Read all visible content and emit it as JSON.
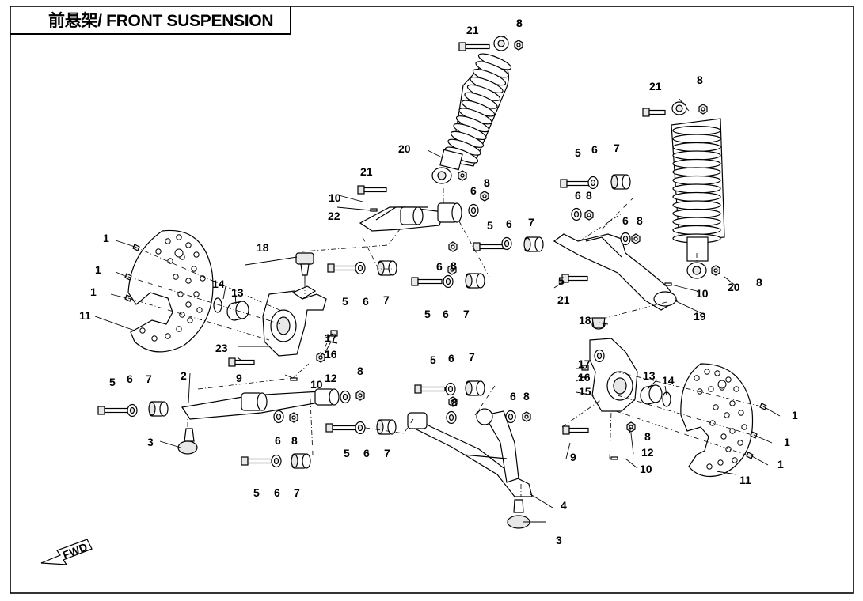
{
  "page": {
    "title": "前悬架/ FRONT SUSPENSION",
    "fwd_label": "FWD"
  },
  "callouts": [
    {
      "id": "c1a",
      "text": "1"
    },
    {
      "id": "c1b",
      "text": "1"
    },
    {
      "id": "c1c",
      "text": "1"
    },
    {
      "id": "c1d",
      "text": "1"
    },
    {
      "id": "c1e",
      "text": "1"
    },
    {
      "id": "c1f",
      "text": "1"
    },
    {
      "id": "c2",
      "text": "2"
    },
    {
      "id": "c3a",
      "text": "3"
    },
    {
      "id": "c3b",
      "text": "3"
    },
    {
      "id": "c4",
      "text": "4"
    },
    {
      "id": "c5a",
      "text": "5"
    },
    {
      "id": "c5b",
      "text": "5"
    },
    {
      "id": "c5c",
      "text": "5"
    },
    {
      "id": "c5d",
      "text": "5"
    },
    {
      "id": "c5e",
      "text": "5"
    },
    {
      "id": "c5f",
      "text": "5"
    },
    {
      "id": "c5g",
      "text": "5"
    },
    {
      "id": "c5h",
      "text": "5"
    },
    {
      "id": "c5i",
      "text": "5"
    },
    {
      "id": "c6a",
      "text": "6"
    },
    {
      "id": "c6b",
      "text": "6"
    },
    {
      "id": "c6c",
      "text": "6"
    },
    {
      "id": "c6d",
      "text": "6"
    },
    {
      "id": "c6e",
      "text": "6"
    },
    {
      "id": "c6f",
      "text": "6"
    },
    {
      "id": "c6g",
      "text": "6"
    },
    {
      "id": "c6h",
      "text": "6"
    },
    {
      "id": "c6i",
      "text": "6"
    },
    {
      "id": "c6j",
      "text": "6"
    },
    {
      "id": "c6k",
      "text": "6"
    },
    {
      "id": "c6l",
      "text": "6"
    },
    {
      "id": "c6m",
      "text": "6"
    },
    {
      "id": "c6n",
      "text": "6"
    },
    {
      "id": "c7a",
      "text": "7"
    },
    {
      "id": "c7b",
      "text": "7"
    },
    {
      "id": "c7c",
      "text": "7"
    },
    {
      "id": "c7d",
      "text": "7"
    },
    {
      "id": "c7e",
      "text": "7"
    },
    {
      "id": "c7f",
      "text": "7"
    },
    {
      "id": "c7g",
      "text": "7"
    },
    {
      "id": "c7h",
      "text": "7"
    },
    {
      "id": "c8a",
      "text": "8"
    },
    {
      "id": "c8b",
      "text": "8"
    },
    {
      "id": "c8c",
      "text": "8"
    },
    {
      "id": "c8d",
      "text": "8"
    },
    {
      "id": "c8e",
      "text": "8"
    },
    {
      "id": "c8f",
      "text": "8"
    },
    {
      "id": "c8g",
      "text": "8"
    },
    {
      "id": "c8h",
      "text": "8"
    },
    {
      "id": "c8i",
      "text": "8"
    },
    {
      "id": "c8j",
      "text": "8"
    },
    {
      "id": "c8k",
      "text": "8"
    },
    {
      "id": "c8l",
      "text": "8"
    },
    {
      "id": "c8m",
      "text": "8"
    },
    {
      "id": "c8n",
      "text": "8"
    },
    {
      "id": "c8o",
      "text": "8"
    },
    {
      "id": "c9a",
      "text": "9"
    },
    {
      "id": "c9b",
      "text": "9"
    },
    {
      "id": "c10a",
      "text": "10"
    },
    {
      "id": "c10b",
      "text": "10"
    },
    {
      "id": "c10c",
      "text": "10"
    },
    {
      "id": "c10d",
      "text": "10"
    },
    {
      "id": "c11a",
      "text": "11"
    },
    {
      "id": "c11b",
      "text": "11"
    },
    {
      "id": "c12a",
      "text": "12"
    },
    {
      "id": "c12b",
      "text": "12"
    },
    {
      "id": "c13a",
      "text": "13"
    },
    {
      "id": "c13b",
      "text": "13"
    },
    {
      "id": "c14a",
      "text": "14"
    },
    {
      "id": "c14b",
      "text": "14"
    },
    {
      "id": "c15",
      "text": "15"
    },
    {
      "id": "c16a",
      "text": "16"
    },
    {
      "id": "c16b",
      "text": "16"
    },
    {
      "id": "c17a",
      "text": "17"
    },
    {
      "id": "c17b",
      "text": "17"
    },
    {
      "id": "c18a",
      "text": "18"
    },
    {
      "id": "c18b",
      "text": "18"
    },
    {
      "id": "c19",
      "text": "19"
    },
    {
      "id": "c20a",
      "text": "20"
    },
    {
      "id": "c20b",
      "text": "20"
    },
    {
      "id": "c21a",
      "text": "21"
    },
    {
      "id": "c21b",
      "text": "21"
    },
    {
      "id": "c21c",
      "text": "21"
    },
    {
      "id": "c21d",
      "text": "21"
    },
    {
      "id": "c22",
      "text": "22"
    },
    {
      "id": "c23",
      "text": "23"
    }
  ]
}
